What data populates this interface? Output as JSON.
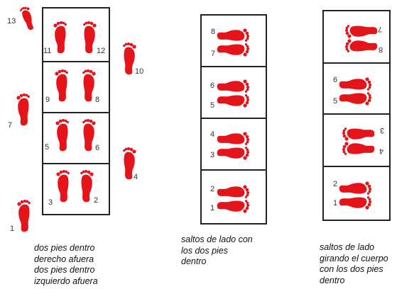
{
  "colors": {
    "foot": "#e5141b",
    "border": "#222222",
    "text": "#111111"
  },
  "columns": [
    {
      "id": "dos-pies-dentro",
      "caption": "dos pies dentro\nderecho afuera\ndos pies dentro\nizquierdo afuera",
      "step_numbers": [
        "1",
        "2",
        "3",
        "4",
        "5",
        "6",
        "7",
        "8",
        "9",
        "10",
        "11",
        "12",
        "13"
      ]
    },
    {
      "id": "saltos-de-lado",
      "caption": "saltos de lado con\nlos dos pies\ndentro",
      "step_numbers": [
        "1",
        "2",
        "3",
        "4",
        "5",
        "6",
        "7",
        "8"
      ]
    },
    {
      "id": "saltos-girando",
      "caption": "saltos de lado\ngirando el cuerpo\ncon los dos pies\ndentro",
      "step_numbers": [
        "1",
        "2",
        "3",
        "4",
        "5",
        "6",
        "7",
        "8"
      ]
    }
  ]
}
